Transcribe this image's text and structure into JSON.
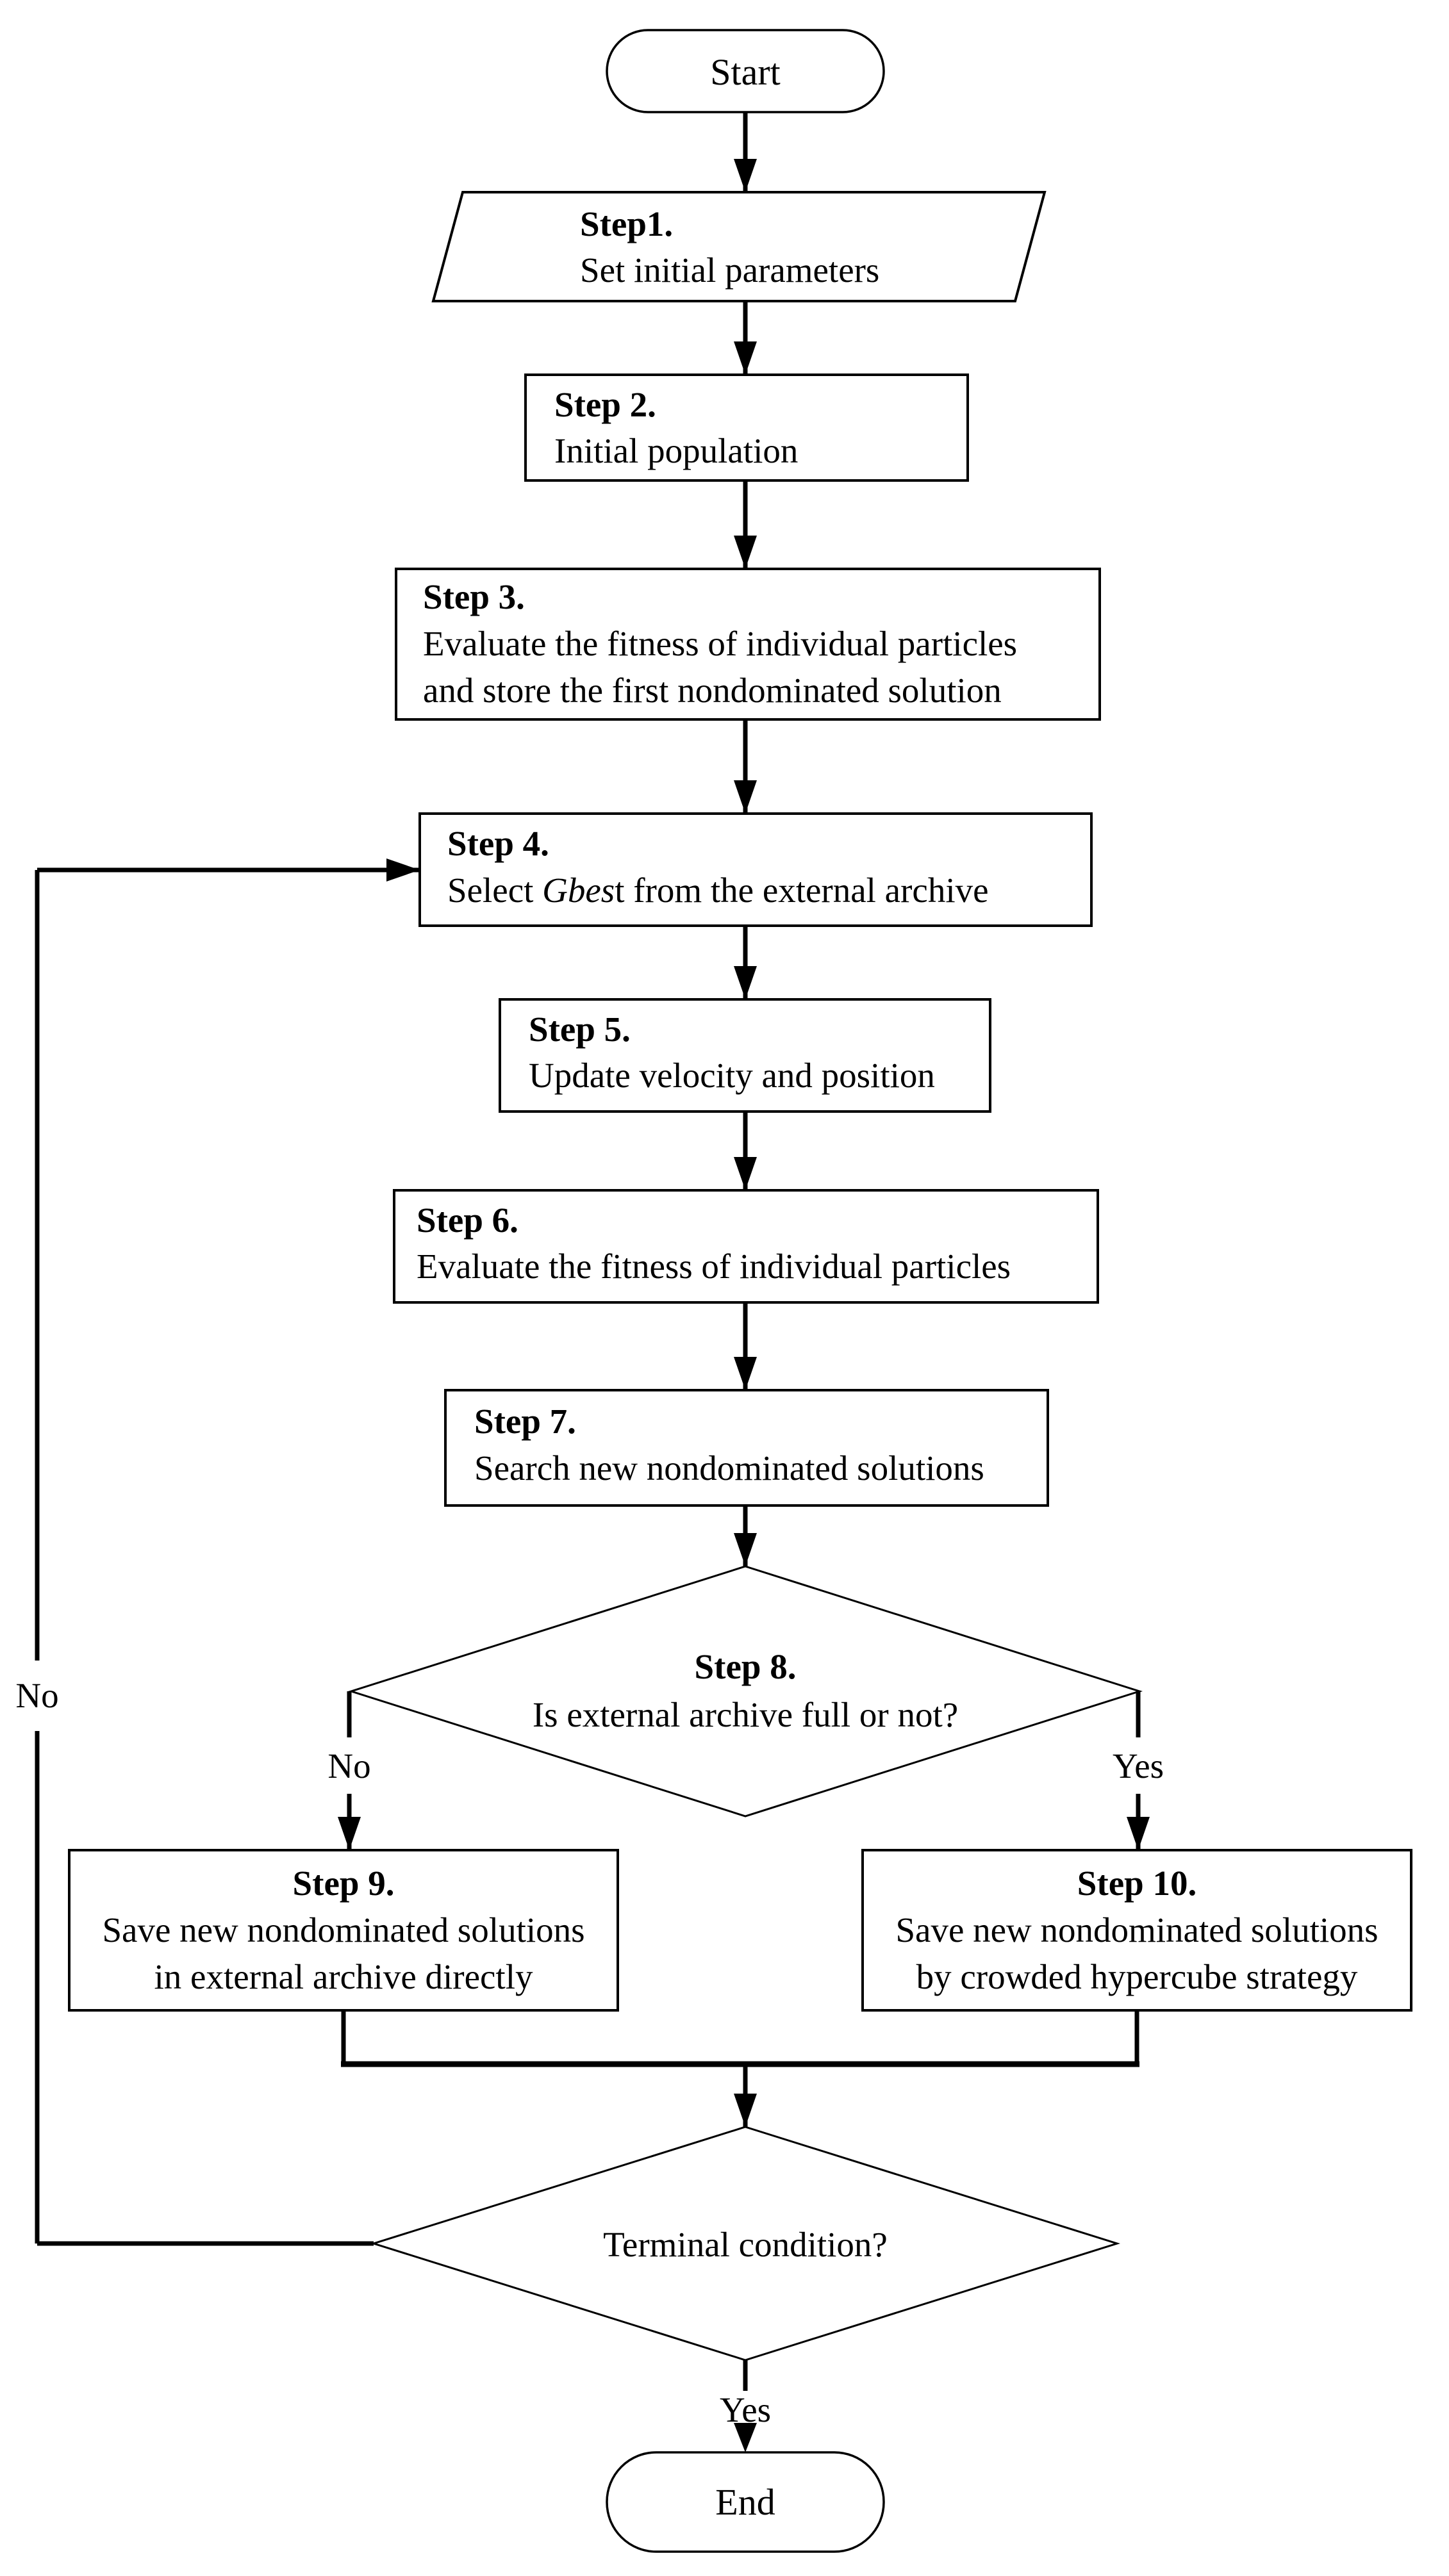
{
  "flowchart": {
    "nodes": {
      "start": {
        "label": "Start"
      },
      "step1": {
        "title": "Step1.",
        "body": "Set initial parameters"
      },
      "step2": {
        "title": "Step 2.",
        "body": "Initial population"
      },
      "step3": {
        "title": "Step 3.",
        "body_line1": "Evaluate the fitness of individual particles",
        "body_line2": "and store the first nondominated solution"
      },
      "step4": {
        "title": "Step 4.",
        "body_prefix": "Select ",
        "body_italic": "Gbes",
        "body_suffix": "t from the external archive"
      },
      "step5": {
        "title": "Step 5.",
        "body": "Update velocity and position"
      },
      "step6": {
        "title": "Step 6.",
        "body": "Evaluate the fitness of individual particles"
      },
      "step7": {
        "title": "Step 7.",
        "body": "Search new nondominated solutions"
      },
      "step8": {
        "title": "Step 8.",
        "body": "Is external archive full or not?"
      },
      "step9": {
        "title": "Step 9.",
        "body_line1": "Save new nondominated solutions",
        "body_line2": "in external archive directly"
      },
      "step10": {
        "title": "Step 10.",
        "body_line1": "Save new nondominated solutions",
        "body_line2": "by crowded hypercube strategy"
      },
      "terminal": {
        "label": "Terminal condition?"
      },
      "end": {
        "label": "End"
      }
    },
    "edge_labels": {
      "step8_no": "No",
      "step8_yes": "Yes",
      "terminal_yes": "Yes",
      "terminal_no": "No"
    },
    "colors": {
      "stroke": "#000000",
      "background": "#ffffff"
    }
  }
}
